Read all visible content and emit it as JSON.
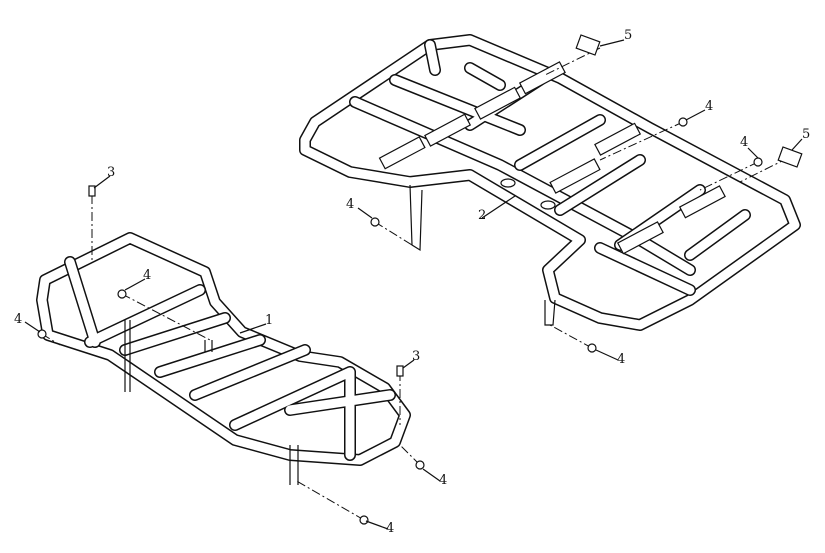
{
  "diagram": {
    "title": "Front and rear rack assembly (exploded view)",
    "callouts": [
      "5",
      "4",
      "4",
      "5",
      "4",
      "2",
      "3",
      "4",
      "4",
      "1",
      "3",
      "4",
      "4",
      "4"
    ]
  }
}
